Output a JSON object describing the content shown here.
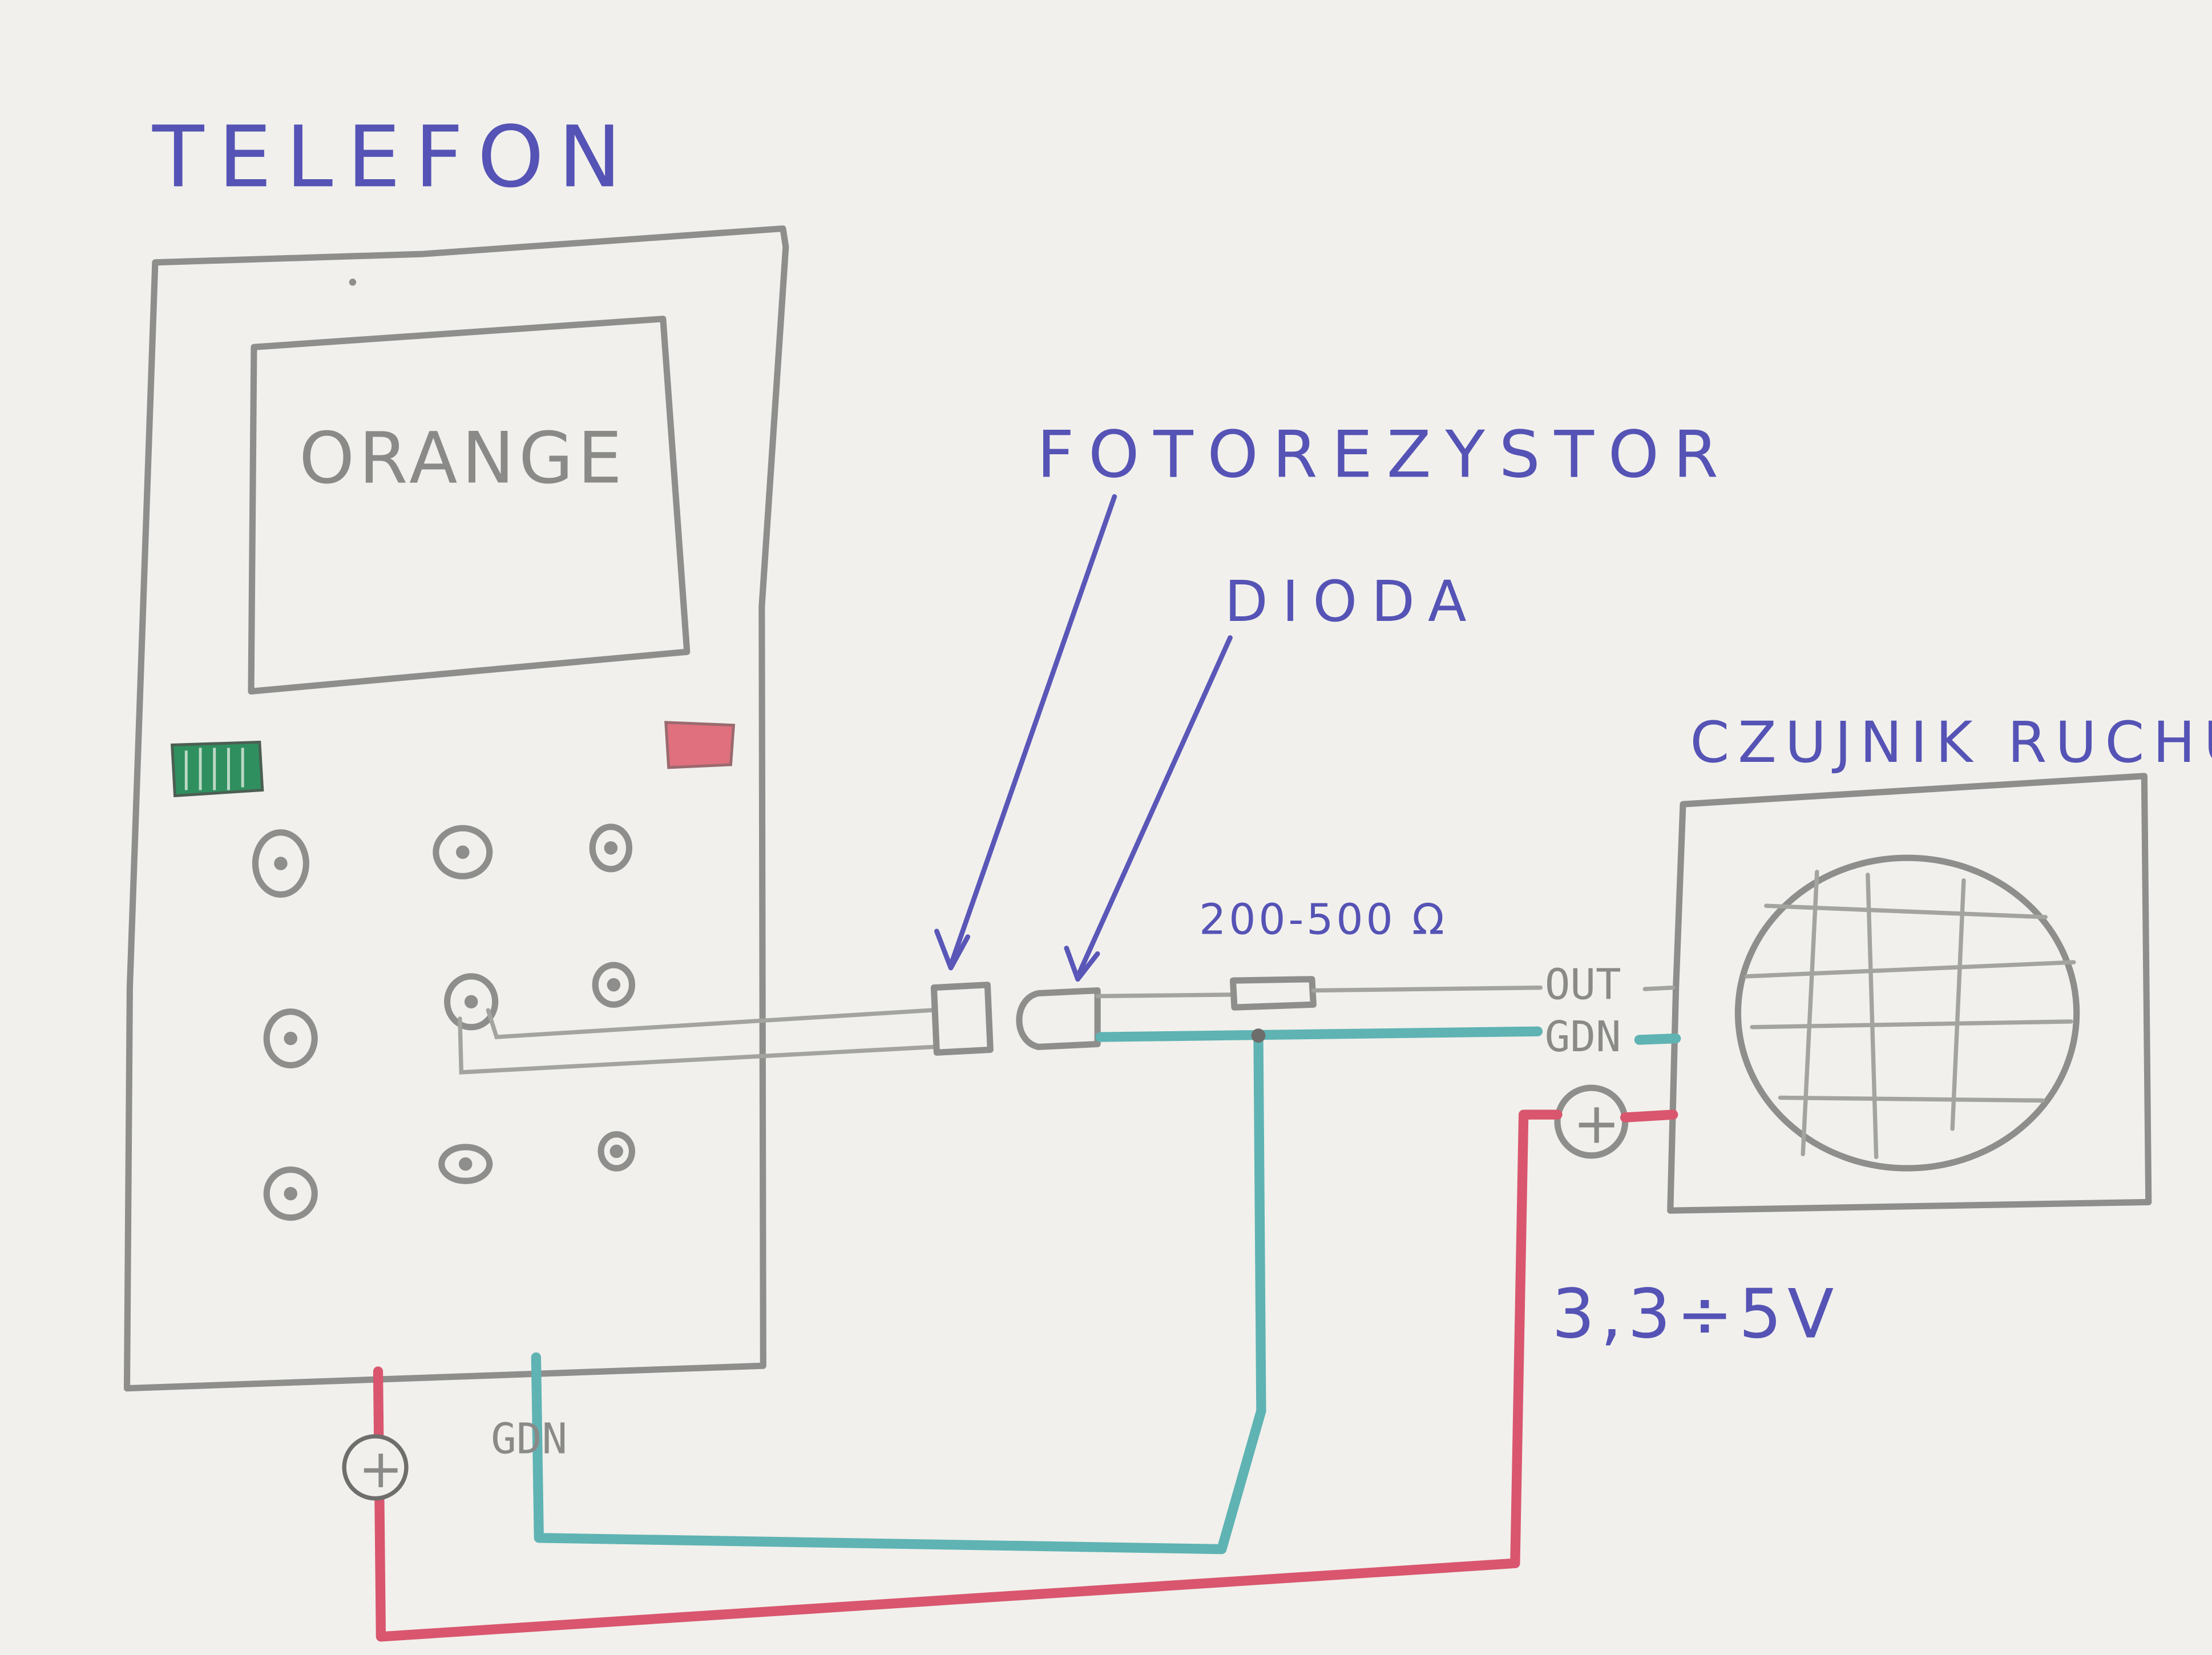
{
  "labels": {
    "telefon": "TELEFON",
    "orange": "ORANGE",
    "fotorezystor": "FOTOREZYSTOR",
    "dioda": "DIODA",
    "czujnik": "CZUJNIK RUCHU",
    "resistor_value": "200-500 Ω",
    "out": "OUT",
    "gdn_sensor": "GDN",
    "gdn_phone": "GDN",
    "plus": "+",
    "voltage": "3,3÷5V"
  },
  "colors": {
    "pencil": "#8e8e8c",
    "ink": "#5a57b8",
    "positive_wire": "#d9566e",
    "ground_wire": "#5fb3b3",
    "green_button": "#2f8f5f",
    "red_button": "#e0707e"
  }
}
